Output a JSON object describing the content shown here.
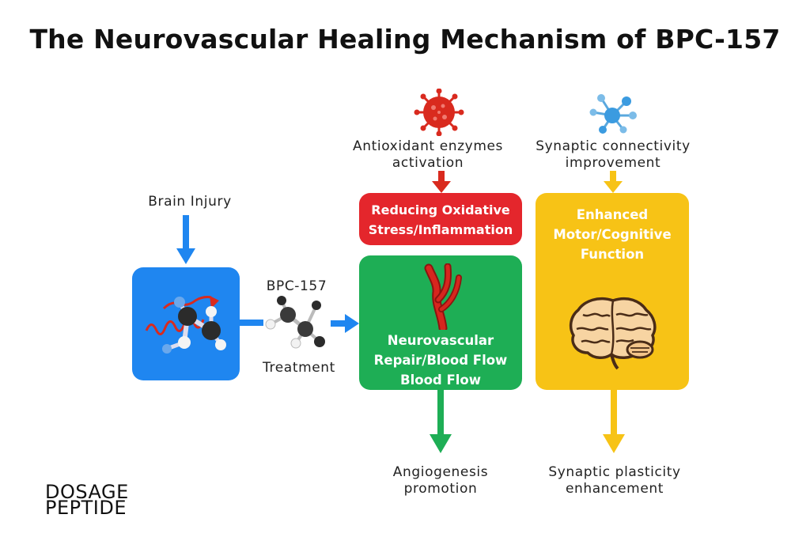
{
  "title": "The Neurovascular Healing Mechanism of BPC-157",
  "labels": {
    "brain_injury": "Brain Injury",
    "bpc157": "BPC-157",
    "treatment": "Treatment",
    "antioxidant_line1": "Antioxidant enzymes",
    "antioxidant_line2": "activation",
    "synaptic_conn_line1": "Synaptic connectivity",
    "synaptic_conn_line2": "improvement",
    "angiogenesis_line1": "Angiogenesis",
    "angiogenesis_line2": "promotion",
    "plasticity_line1": "Synaptic plasticity",
    "plasticity_line2": "enhancement"
  },
  "boxes": {
    "oxidative_line1": "Reducing Oxidative",
    "oxidative_line2": "Stress/Inflammation",
    "repair_line1": "Neurovascular",
    "repair_line2": "Repair/Blood Flow",
    "repair_line3": "Blood Flow",
    "motor_line1": "Enhanced",
    "motor_line2": "Motor/Cognitive",
    "motor_line3": "Function"
  },
  "watermark": {
    "line1": "DOSAGE",
    "line2": "PEPTIDE"
  },
  "colors": {
    "blue": "#1f86f0",
    "red": "#e4262c",
    "green": "#1eae55",
    "yellow": "#f7c316"
  },
  "icons": [
    "virus-icon",
    "network-icon",
    "molecule-icon",
    "blood-vessel-icon",
    "brain-icon"
  ]
}
